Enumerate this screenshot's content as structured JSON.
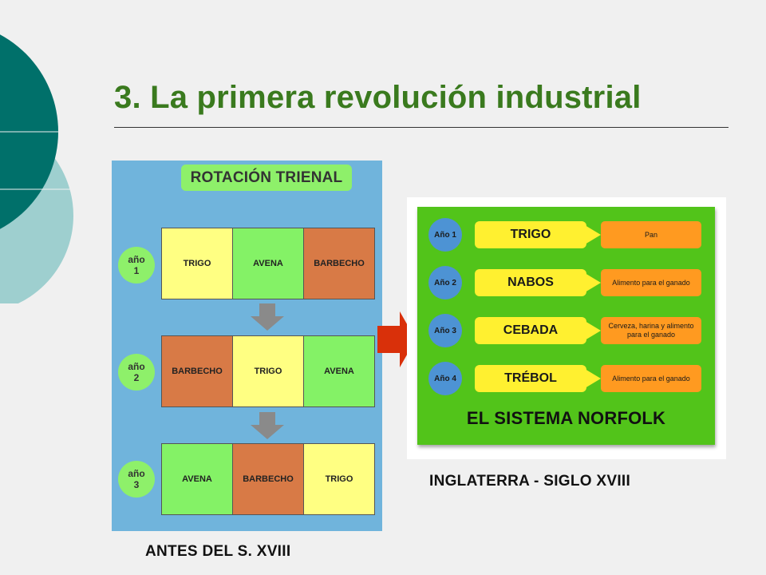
{
  "slide": {
    "title": "3. La primera revolución industrial"
  },
  "trienal": {
    "title": "ROTACIÓN TRIENAL",
    "rows": [
      {
        "year_label": "año",
        "year_num": "1",
        "cells": [
          "TRIGO",
          "AVENA",
          "BARBECHO"
        ]
      },
      {
        "year_label": "año",
        "year_num": "2",
        "cells": [
          "BARBECHO",
          "TRIGO",
          "AVENA"
        ]
      },
      {
        "year_label": "año",
        "year_num": "3",
        "cells": [
          "AVENA",
          "BARBECHO",
          "TRIGO"
        ]
      }
    ],
    "caption": "ANTES DEL S. XVIII"
  },
  "norfolk": {
    "title": "EL SISTEMA NORFOLK",
    "rows": [
      {
        "year": "Año 1",
        "crop": "TRIGO",
        "use": "Pan"
      },
      {
        "year": "Año 2",
        "crop": "NABOS",
        "use": "Alimento para el ganado"
      },
      {
        "year": "Año 3",
        "crop": "CEBADA",
        "use": "Cerveza, harina y alimento para el ganado"
      },
      {
        "year": "Año 4",
        "crop": "TRÉBOL",
        "use": "Alimento para el ganado"
      }
    ],
    "caption": "INGLATERRA - SIGLO XVIII"
  },
  "colors": {
    "title_green": "#3a7a1e",
    "trigo": "#ffff82",
    "avena": "#84f266",
    "barbecho": "#d87a46",
    "norfolk_bg": "#52c41a",
    "arrow_red": "#d9300a"
  }
}
